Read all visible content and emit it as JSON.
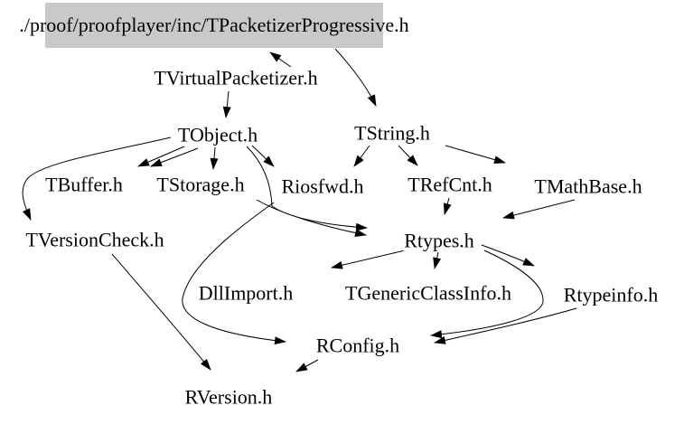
{
  "diagram": {
    "kind": "include-dependency-graph",
    "colors": {
      "background": "#ffffff",
      "edge": "#000000",
      "text": "#000000",
      "root_highlight": "#c9c9c9"
    },
    "root": {
      "label": "./proof/proofplayer/inc/TPacketizerProgressive.h"
    },
    "nodes": {
      "tvirtualpacketizer": {
        "label": "TVirtualPacketizer.h"
      },
      "tobject": {
        "label": "TObject.h"
      },
      "tstring": {
        "label": "TString.h"
      },
      "tbuffer": {
        "label": "TBuffer.h"
      },
      "tstorage": {
        "label": "TStorage.h"
      },
      "riosfwd": {
        "label": "Riosfwd.h"
      },
      "trefcnt": {
        "label": "TRefCnt.h"
      },
      "tmathbase": {
        "label": "TMathBase.h"
      },
      "tversioncheck": {
        "label": "TVersionCheck.h"
      },
      "rtypes": {
        "label": "Rtypes.h"
      },
      "dllimport": {
        "label": "DllImport.h"
      },
      "tgenericclassinfo": {
        "label": "TGenericClassInfo.h"
      },
      "rtypeinfo": {
        "label": "Rtypeinfo.h"
      },
      "rconfig": {
        "label": "RConfig.h"
      },
      "rversion": {
        "label": "RVersion.h"
      }
    },
    "edges": [
      {
        "from": "tvirtualpacketizer",
        "to": "root"
      },
      {
        "from": "root",
        "to": "tstring"
      },
      {
        "from": "tvirtualpacketizer",
        "to": "tobject"
      },
      {
        "from": "tobject",
        "to": "tbuffer"
      },
      {
        "from": "tobject",
        "to": "tbuffer"
      },
      {
        "from": "tobject",
        "to": "tstorage"
      },
      {
        "from": "tobject",
        "to": "riosfwd"
      },
      {
        "from": "tobject",
        "to": "tversioncheck"
      },
      {
        "from": "tobject",
        "to": "rtypes"
      },
      {
        "from": "tstorage",
        "to": "rtypes"
      },
      {
        "from": "tstring",
        "to": "riosfwd"
      },
      {
        "from": "tstring",
        "to": "trefcnt"
      },
      {
        "from": "tstring",
        "to": "tmathbase"
      },
      {
        "from": "trefcnt",
        "to": "rtypes"
      },
      {
        "from": "tmathbase",
        "to": "rtypes"
      },
      {
        "from": "rtypes",
        "to": "dllimport"
      },
      {
        "from": "rtypes",
        "to": "tgenericclassinfo"
      },
      {
        "from": "rtypes",
        "to": "rtypeinfo"
      },
      {
        "from": "rtypes",
        "to": "rconfig"
      },
      {
        "from": "rtypeinfo",
        "to": "rconfig"
      },
      {
        "from": "riosfwd",
        "to": "rconfig"
      },
      {
        "from": "rconfig",
        "to": "rversion"
      },
      {
        "from": "tversioncheck",
        "to": "rversion"
      }
    ]
  }
}
